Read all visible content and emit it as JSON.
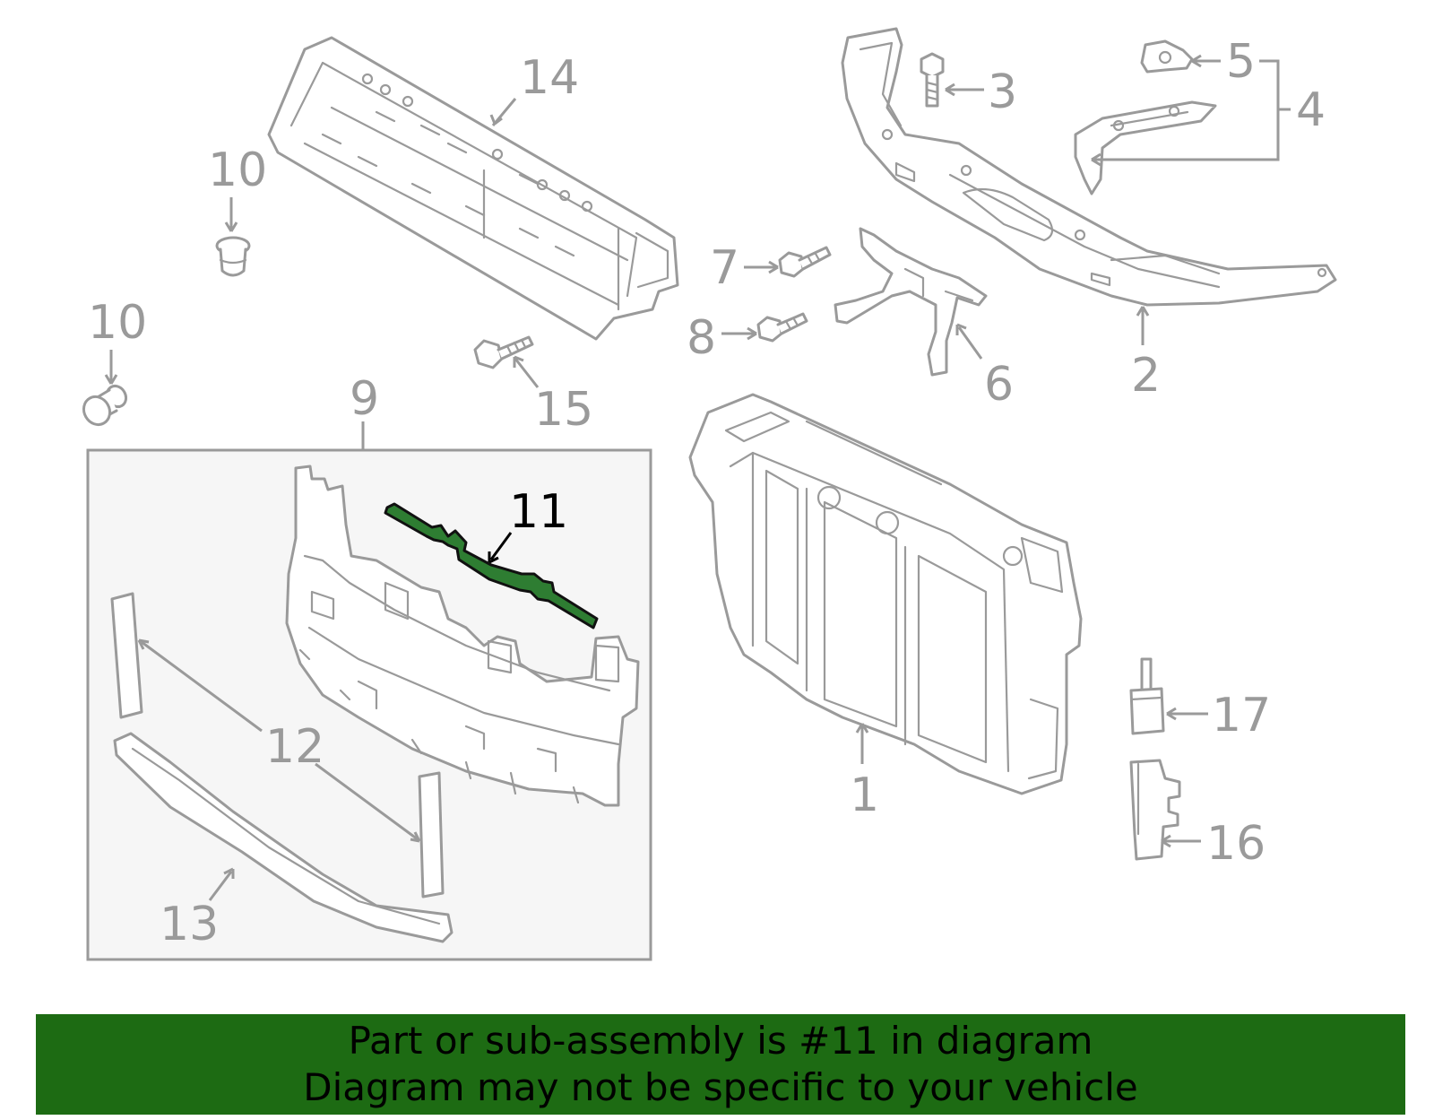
{
  "callouts": [
    {
      "id": "1",
      "label": "1"
    },
    {
      "id": "2",
      "label": "2"
    },
    {
      "id": "3",
      "label": "3"
    },
    {
      "id": "4",
      "label": "4"
    },
    {
      "id": "5",
      "label": "5"
    },
    {
      "id": "6",
      "label": "6"
    },
    {
      "id": "7",
      "label": "7"
    },
    {
      "id": "8",
      "label": "8"
    },
    {
      "id": "9",
      "label": "9"
    },
    {
      "id": "10a",
      "label": "10"
    },
    {
      "id": "10b",
      "label": "10"
    },
    {
      "id": "11",
      "label": "11",
      "highlighted": true
    },
    {
      "id": "12",
      "label": "12"
    },
    {
      "id": "13",
      "label": "13"
    },
    {
      "id": "14",
      "label": "14"
    },
    {
      "id": "15",
      "label": "15"
    },
    {
      "id": "16",
      "label": "16"
    },
    {
      "id": "17",
      "label": "17"
    }
  ],
  "banner": {
    "line1": "Part or sub-assembly is #11 in diagram",
    "line2": "Diagram may not be specific to your vehicle"
  },
  "colors": {
    "line_art": "#9a9a9a",
    "highlight_fill": "#2e7d32",
    "banner_background": "#1d6b13",
    "inset_background": "#f6f6f6"
  }
}
